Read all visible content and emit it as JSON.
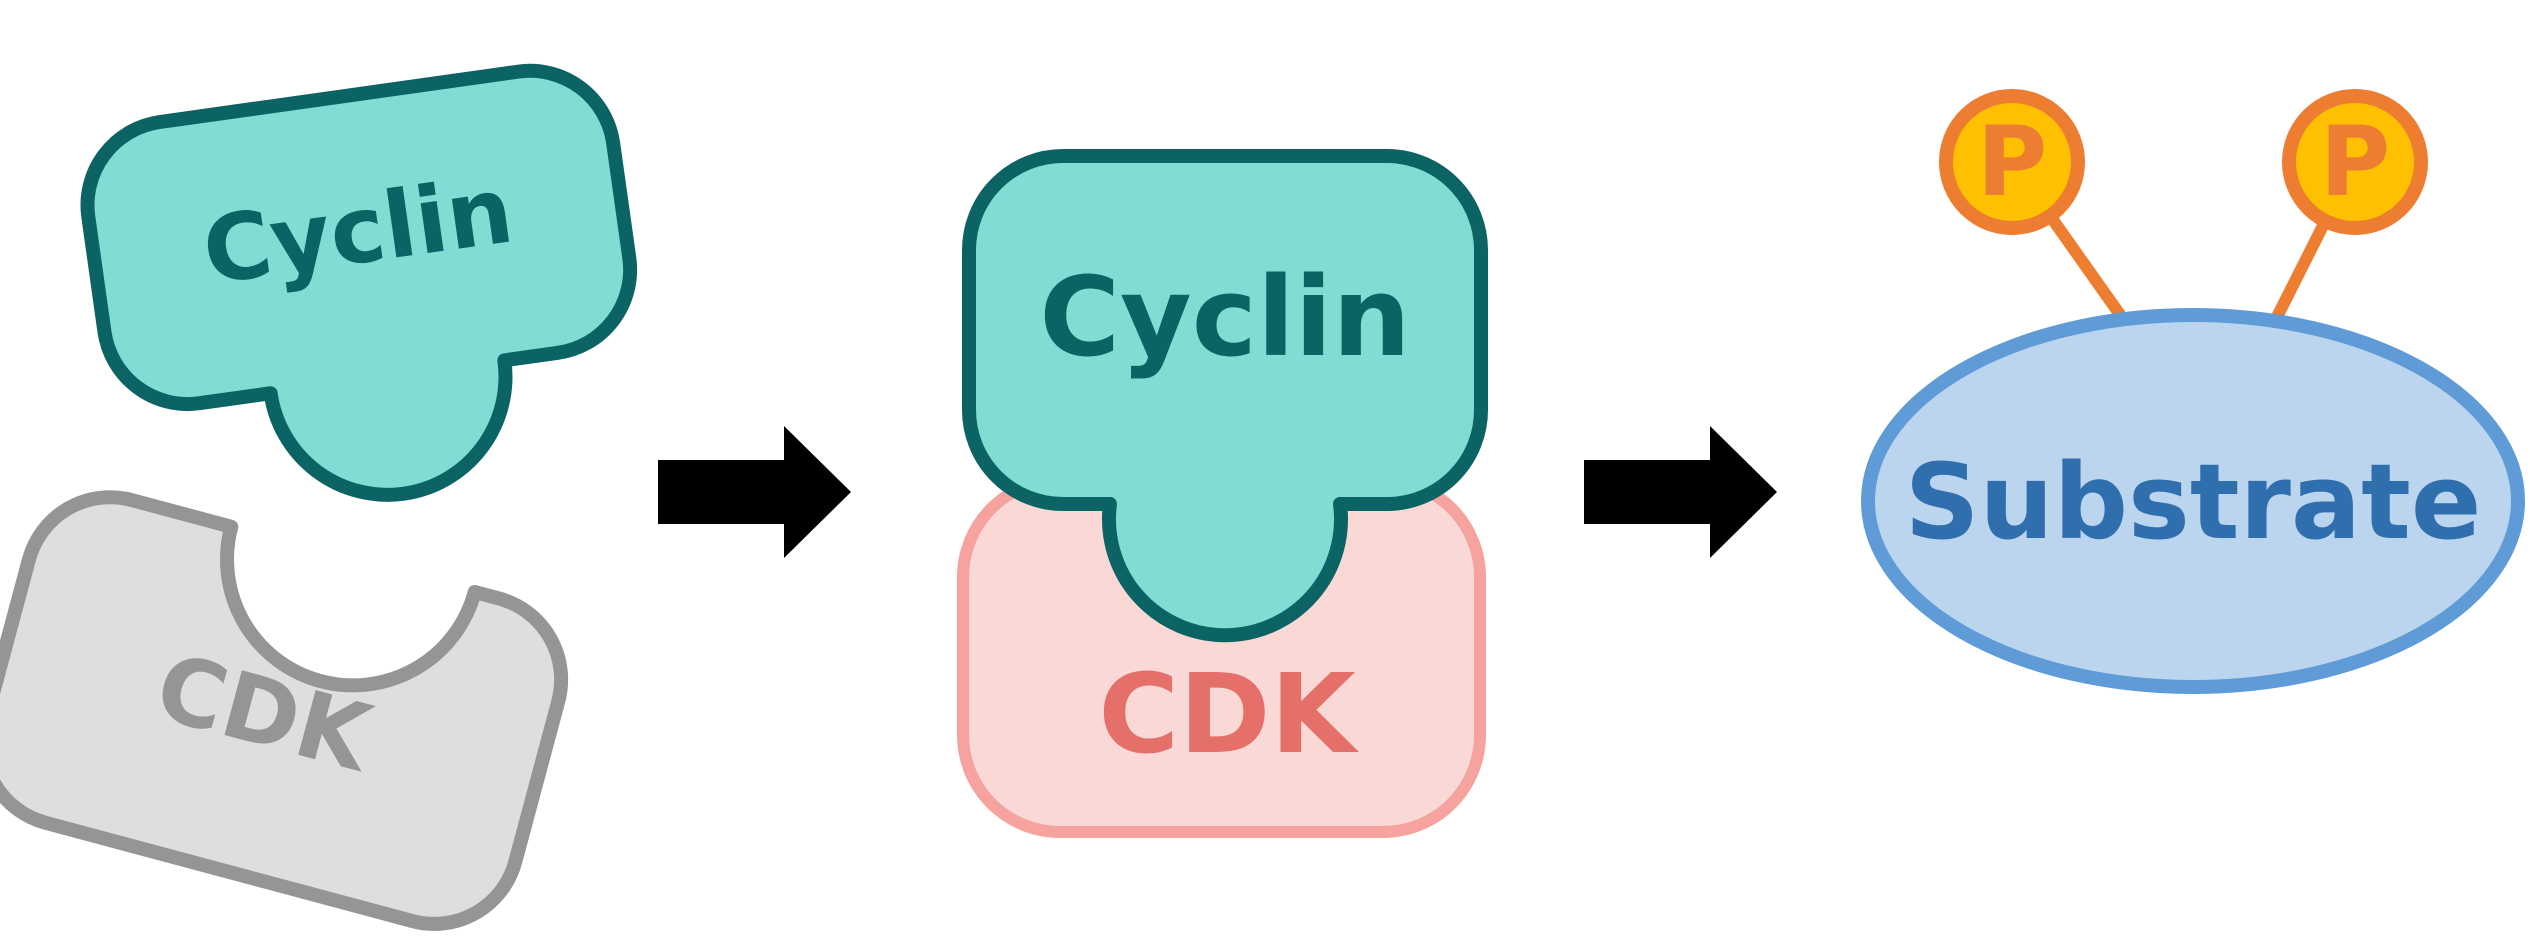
{
  "labels": {
    "cyclin_free": "Cyclin",
    "cdk_free": "CDK",
    "cyclin_bound": "Cyclin",
    "cdk_bound": "CDK",
    "substrate": "Substrate",
    "phosphate_1": "P",
    "phosphate_2": "P"
  },
  "colors": {
    "cyclin_fill": "#82dcd4",
    "cyclin_stroke": "#0c6363",
    "cdk_free_fill": "#dedede",
    "cdk_free_stroke": "#959595",
    "cdk_bound_fill": "#f9d8d6",
    "cdk_bound_stroke": "#f6a29e",
    "cdk_bound_text": "#e57069",
    "substrate_fill": "#bcd5ee",
    "substrate_stroke": "#5f9bd6",
    "substrate_text": "#2f6fad",
    "phosphate_fill": "#fec000",
    "phosphate_stroke": "#ed7d31",
    "arrow": "#000000"
  }
}
